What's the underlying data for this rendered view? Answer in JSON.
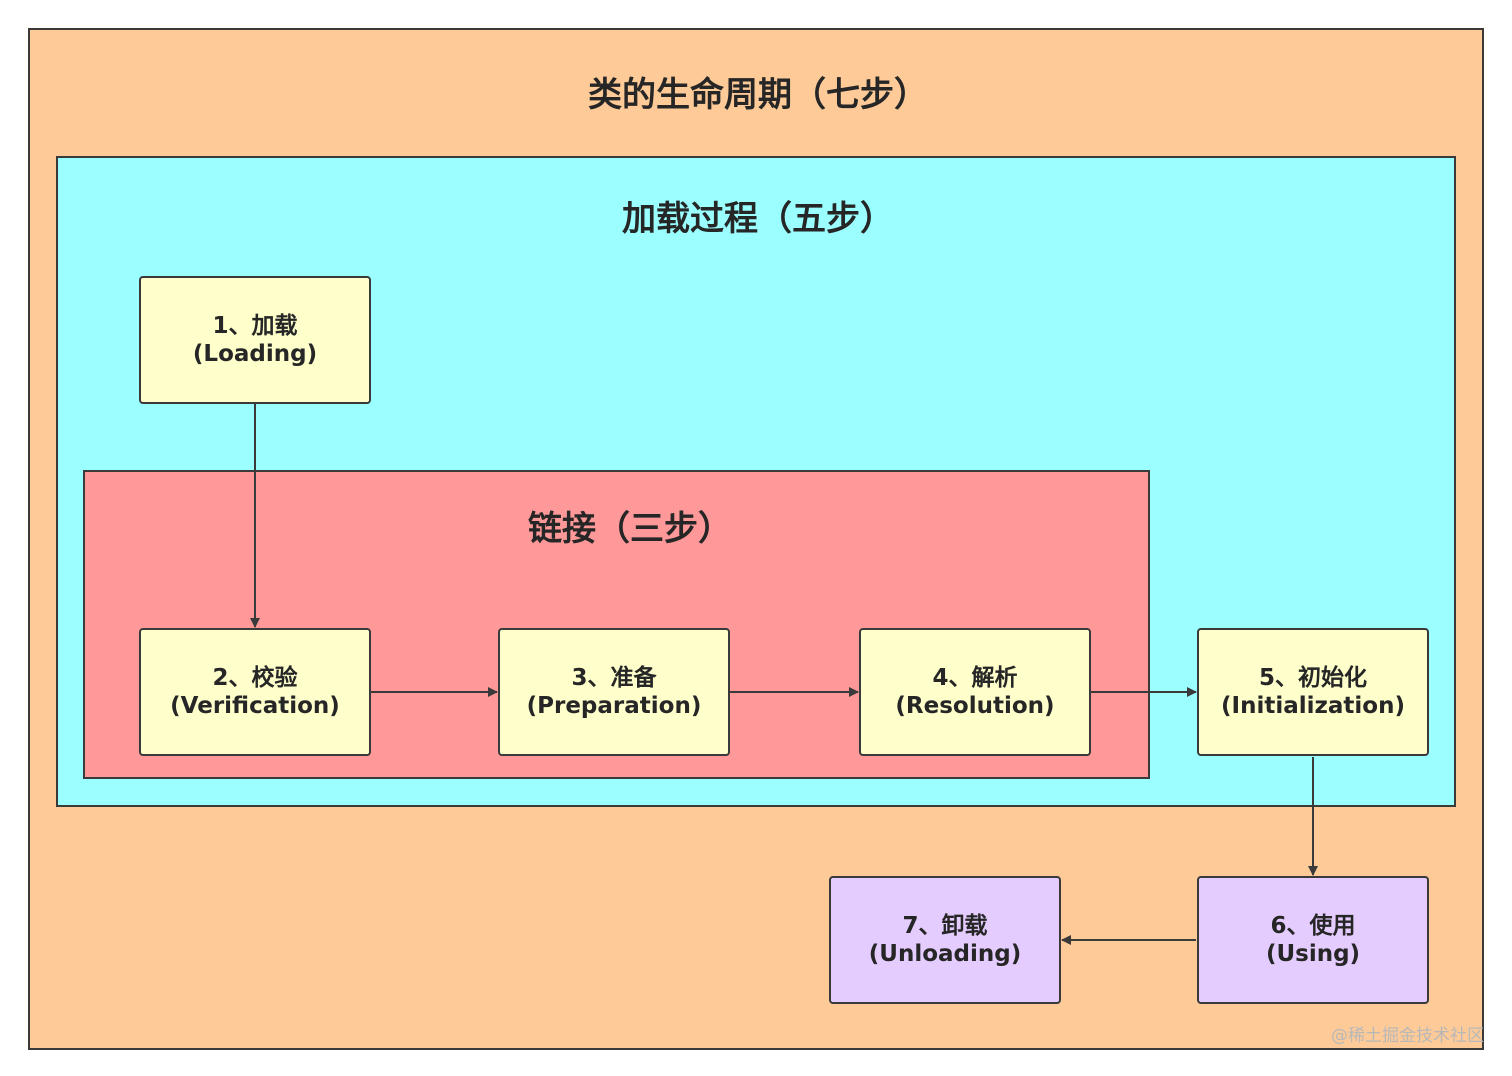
{
  "title": "类的生命周期（七步）",
  "loading_process": {
    "title": "加载过程（五步）"
  },
  "linking": {
    "title": "链接（三步）"
  },
  "steps": [
    {
      "cn": "1、加载",
      "en": "(Loading)"
    },
    {
      "cn": "2、校验",
      "en": "(Verification)"
    },
    {
      "cn": "3、准备",
      "en": "(Preparation)"
    },
    {
      "cn": "4、解析",
      "en": "(Resolution)"
    },
    {
      "cn": "5、初始化",
      "en": "(Initialization)"
    },
    {
      "cn": "6、使用",
      "en": "(Using)"
    },
    {
      "cn": "7、卸载",
      "en": "(Unloading)"
    }
  ],
  "watermark": "@稀土掘金技术社区",
  "colors": {
    "outer_bg": "#fdca98",
    "loading_bg": "#9bffff",
    "linking_bg": "#ff9999",
    "node_yellow": "#ffffcc",
    "node_purple": "#e5ccff",
    "stroke": "#3a3a3a"
  }
}
